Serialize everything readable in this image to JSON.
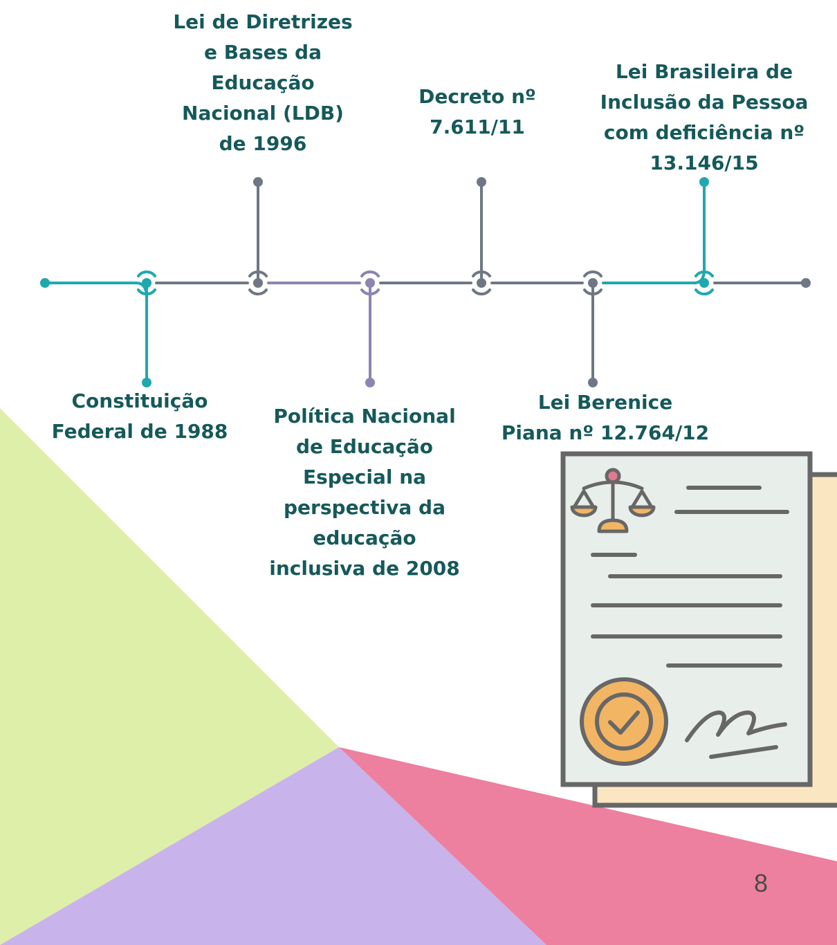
{
  "colors": {
    "teal": "#1fa8ad",
    "slate": "#6f7784",
    "lavender": "#8d84b1",
    "text": "#16595a",
    "green_shape": "#deefaa",
    "purple_shape": "#c8b4eb",
    "pink_shape": "#ec809e",
    "document_paper": "#e8eeea",
    "document_back": "#fbe6c2",
    "document_outline": "#676767",
    "seal": "#f1b564",
    "scale_pivot": "#e17a90"
  },
  "timeline": {
    "events": [
      {
        "id": "constituicao",
        "lines": [
          "Constituição",
          "Federal de 1988"
        ],
        "color": "teal",
        "position": "below"
      },
      {
        "id": "ldb",
        "lines": [
          "Lei de Diretrizes",
          "e Bases da",
          "Educação",
          "Nacional (LDB)",
          "de 1996"
        ],
        "color": "slate",
        "position": "above"
      },
      {
        "id": "politica",
        "lines": [
          "Política Nacional",
          "de Educação",
          "Especial na",
          "perspectiva da",
          "educação",
          "inclusiva de 2008"
        ],
        "color": "lavender",
        "position": "below"
      },
      {
        "id": "decreto",
        "lines": [
          "Decreto nº",
          "7.611/11"
        ],
        "color": "slate",
        "position": "above"
      },
      {
        "id": "berenice",
        "lines": [
          "Lei Berenice",
          "Piana nº 12.764/12"
        ],
        "color": "slate",
        "position": "below"
      },
      {
        "id": "lbi",
        "lines": [
          "Lei Brasileira de",
          "Inclusão da Pessoa",
          "com deficiência nº",
          "13.146/15"
        ],
        "color": "teal",
        "position": "above"
      }
    ]
  },
  "document_icon": {
    "icons": [
      "scales-of-justice-icon",
      "approval-seal-icon",
      "signature-icon"
    ]
  },
  "page": {
    "number": "8"
  }
}
